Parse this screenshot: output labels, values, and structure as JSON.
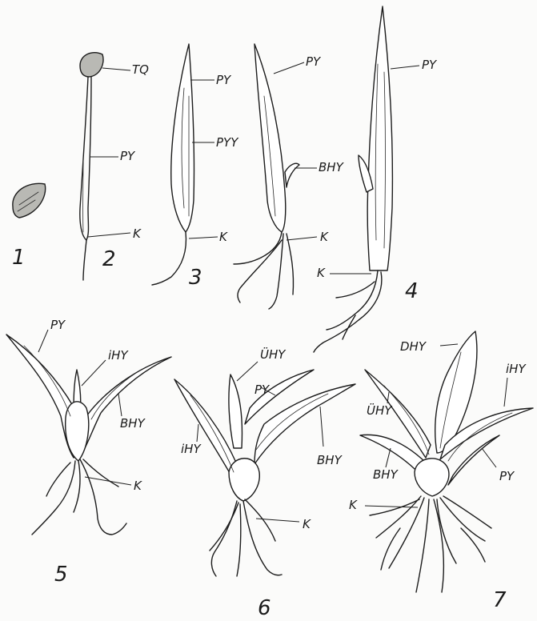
{
  "figure_numbers": [
    "1",
    "2",
    "3",
    "4",
    "5",
    "6",
    "7"
  ],
  "labels": {
    "s2_tq": "TQ",
    "s2_py": "PY",
    "s2_k": "K",
    "s3_py": "PY",
    "s3_pyy": "PYY",
    "s3_k": "K",
    "s4a_py": "PY",
    "s4a_bhy": "BHY",
    "s4a_k": "K",
    "s4b_py": "PY",
    "s4b_k": "K",
    "s5_py": "PY",
    "s5_ihy": "iHY",
    "s5_bhy": "BHY",
    "s5_k": "K",
    "s6_uhy": "ÜHY",
    "s6_py": "PY",
    "s6_ihy": "iHY",
    "s6_bhy": "BHY",
    "s6_k": "K",
    "s7_dhy": "DHY",
    "s7_ihy": "iHY",
    "s7_uhy": "ÜHY",
    "s7_bhy": "BHY",
    "s7_py": "PY",
    "s7_k": "K"
  }
}
